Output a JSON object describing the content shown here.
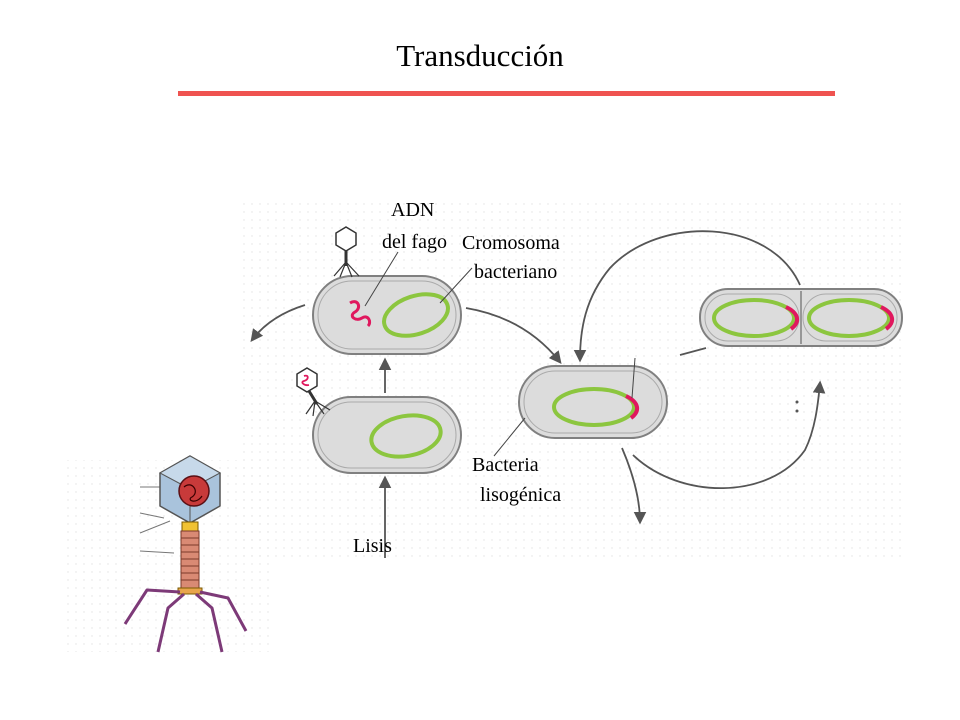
{
  "title": "Transducción",
  "labels": {
    "phage_dna_1": "ADN",
    "phage_dna_2": "del fago",
    "chromosome_1": "Cromosoma",
    "chromosome_2": "bacteriano",
    "lysogenic_1": "Bacteria",
    "lysogenic_2": "lisogénica",
    "lysis": "Lisis"
  },
  "colors": {
    "accent_line": "#ef5350",
    "chromosome": "#8cc63f",
    "phage_dna": "#e0185e",
    "cell_fill": "#dcdcdc",
    "cell_stroke": "#808080"
  }
}
